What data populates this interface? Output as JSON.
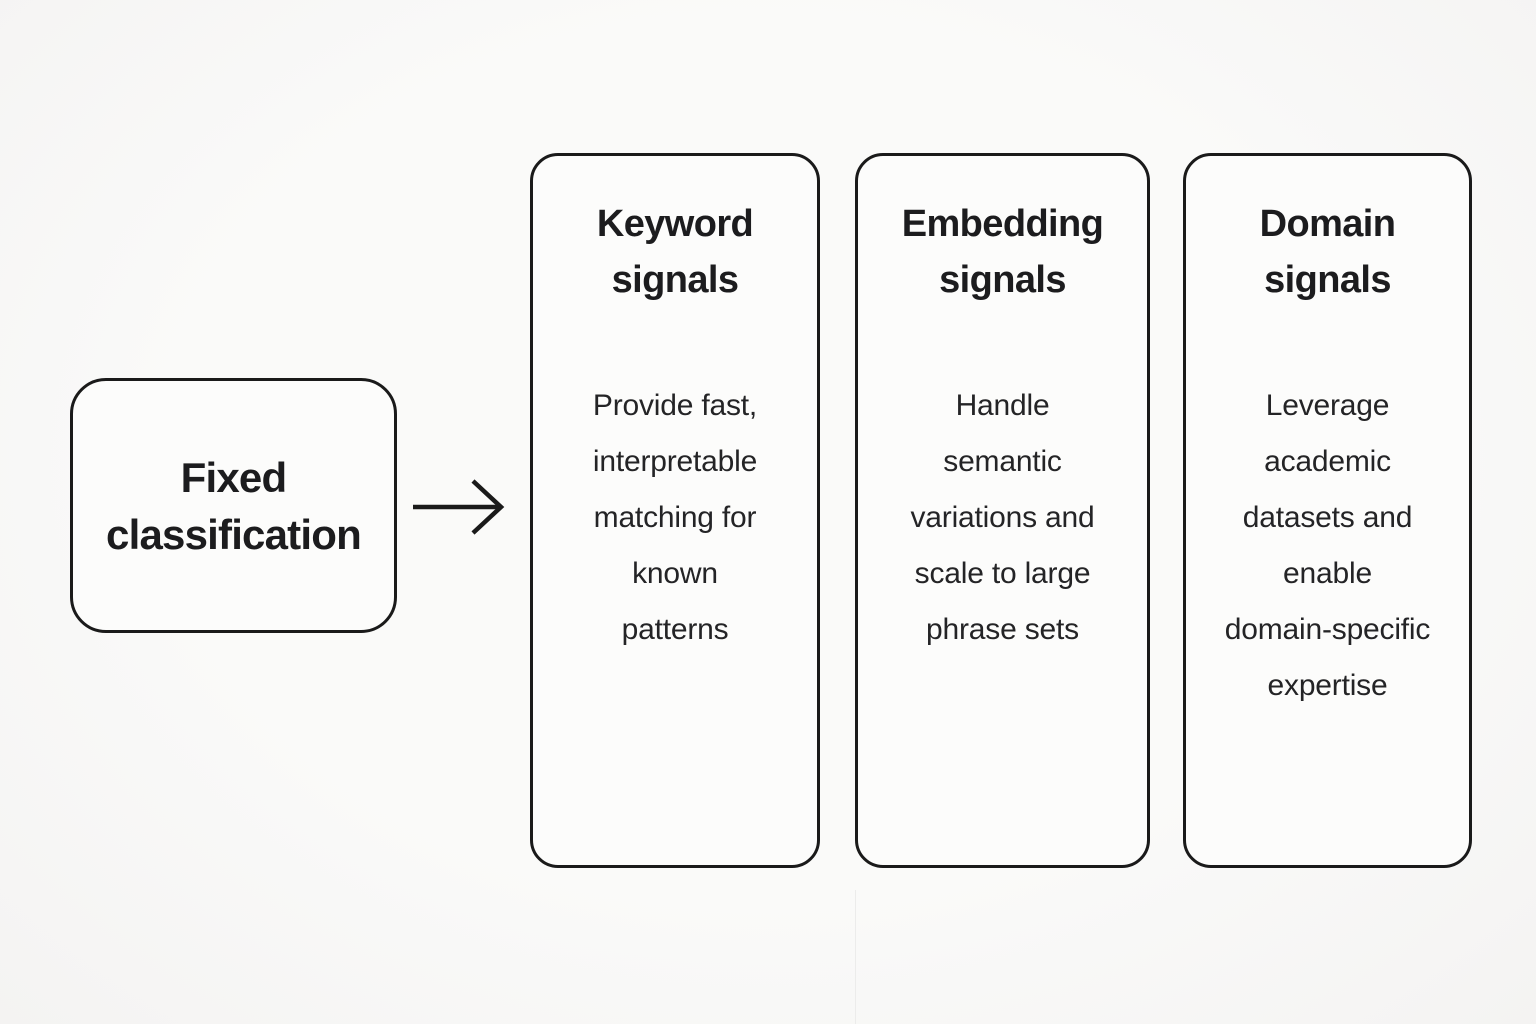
{
  "diagram": {
    "source_box": {
      "label_lines": [
        "Fixed",
        "classification"
      ]
    },
    "arrow_icon": "arrow-right",
    "cards": [
      {
        "title_lines": [
          "Keyword",
          "signals"
        ],
        "body_lines": [
          "Provide fast,",
          "interpretable",
          "matching for",
          "known",
          "patterns"
        ]
      },
      {
        "title_lines": [
          "Embedding",
          "signals"
        ],
        "body_lines": [
          "Handle",
          "semantic",
          "variations and",
          "scale to large",
          "phrase sets"
        ]
      },
      {
        "title_lines": [
          "Domain",
          "signals"
        ],
        "body_lines": [
          "Leverage",
          "academic",
          "datasets and",
          "enable",
          "domain-specific",
          "expertise"
        ]
      }
    ],
    "colors": {
      "background": "#f8f8f7",
      "box_fill": "#fcfcfb",
      "border": "#1a1a1a",
      "text": "#1c1c1e"
    }
  }
}
